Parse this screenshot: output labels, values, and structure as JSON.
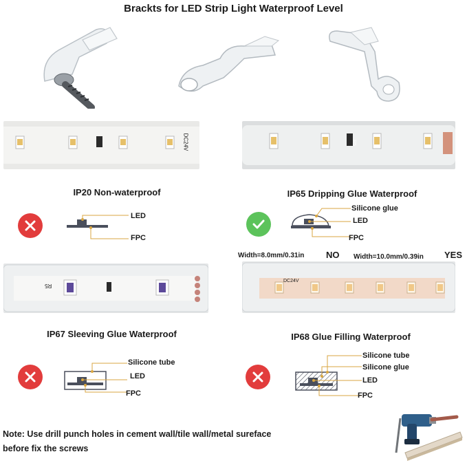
{
  "title": "Brackts for LED Strip Light Waterproof Level",
  "brackets": [
    {
      "icon": "screw-bracket-icon"
    },
    {
      "icon": "bracket-icon"
    },
    {
      "icon": "bracket-side-icon"
    }
  ],
  "panels": {
    "ip20": {
      "heading": "IP20 Non-waterproof",
      "status": "cross-icon",
      "labels": {
        "led": "LED",
        "fpc": "FPC"
      },
      "strip_print": "DC24V"
    },
    "ip65": {
      "heading": "IP65 Dripping Glue Waterproof",
      "status": "check-icon",
      "labels": {
        "silicone": "Silicone glue",
        "led": "LED",
        "fpc": "FPC"
      },
      "strip_print": "R5"
    },
    "ip67": {
      "heading": "IP67 Sleeving Glue Waterproof",
      "status": "cross-icon",
      "labels": {
        "tube": "Silicone tube",
        "led": "LED",
        "fpc": "FPC"
      },
      "strip_print": "R5"
    },
    "ip68": {
      "heading": "IP68 Glue Filling Waterproof",
      "status": "cross-icon",
      "labels": {
        "tube": "Silicone tube",
        "silicone": "Silicone glue",
        "led": "LED",
        "fpc": "FPC"
      },
      "strip_print": "DC24V"
    }
  },
  "widths": {
    "left": {
      "text": "Width=8.0mm/0.31in",
      "verdict": "NO"
    },
    "right": {
      "text": "Width=10.0mm/0.39in",
      "verdict": "YES"
    }
  },
  "note": {
    "line1": "Note: Use drill punch holes in cement wall/tile wall/metal sureface",
    "line2": "before fix the screws"
  },
  "colors": {
    "cross": "#e23c3c",
    "check": "#5cc35b",
    "leader": "#d9a640",
    "component": "#4a4f5c"
  }
}
